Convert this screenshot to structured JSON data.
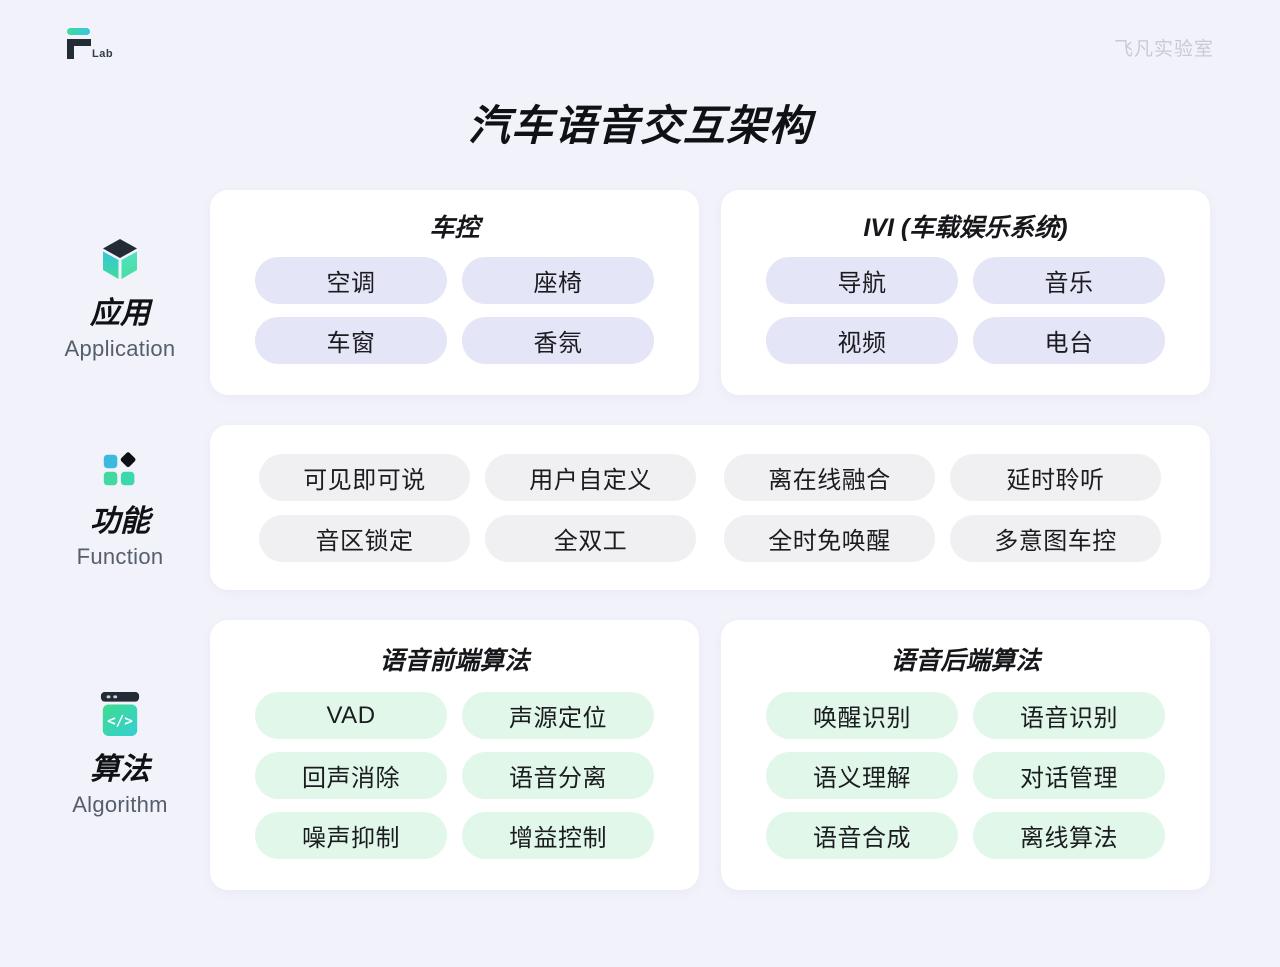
{
  "header": {
    "logo_lab": "Lab",
    "watermark": "飞凡实验室"
  },
  "title": "汽车语音交互架构",
  "rows": [
    {
      "id": "application",
      "label_zh": "应用",
      "label_en": "Application",
      "icon": "cube-icon",
      "cards": [
        {
          "title": "车控",
          "pills": [
            "空调",
            "座椅",
            "车窗",
            "香氛"
          ]
        },
        {
          "title": "IVI (车载娱乐系统)",
          "pills": [
            "导航",
            "音乐",
            "视频",
            "电台"
          ]
        }
      ]
    },
    {
      "id": "function",
      "label_zh": "功能",
      "label_en": "Function",
      "icon": "grid-diamond-icon",
      "cards": [
        {
          "title": "",
          "pills": [
            "可见即可说",
            "用户自定义",
            "离在线融合",
            "延时聆听",
            "音区锁定",
            "全双工",
            "全时免唤醒",
            "多意图车控"
          ]
        }
      ]
    },
    {
      "id": "algorithm",
      "label_zh": "算法",
      "label_en": "Algorithm",
      "icon": "code-window-icon",
      "icon_glyph": "</>",
      "cards": [
        {
          "title": "语音前端算法",
          "pills": [
            "VAD",
            "声源定位",
            "回声消除",
            "语音分离",
            "噪声抑制",
            "增益控制"
          ]
        },
        {
          "title": "语音后端算法",
          "pills": [
            "唤醒识别",
            "语音识别",
            "语义理解",
            "对话管理",
            "语音合成",
            "离线算法"
          ]
        }
      ]
    }
  ],
  "colors": {
    "background": "#f1f2fa",
    "card": "#ffffff",
    "pill_application": "#e4e5f7",
    "pill_function": "#f0f0f2",
    "pill_algorithm": "#e1f7ea",
    "accent_green": "#3fdc9b",
    "accent_cyan": "#38c4e0",
    "dark": "#232b35",
    "text": "#101114",
    "muted_label": "#565e6b",
    "watermark": "#c7cbd8"
  }
}
